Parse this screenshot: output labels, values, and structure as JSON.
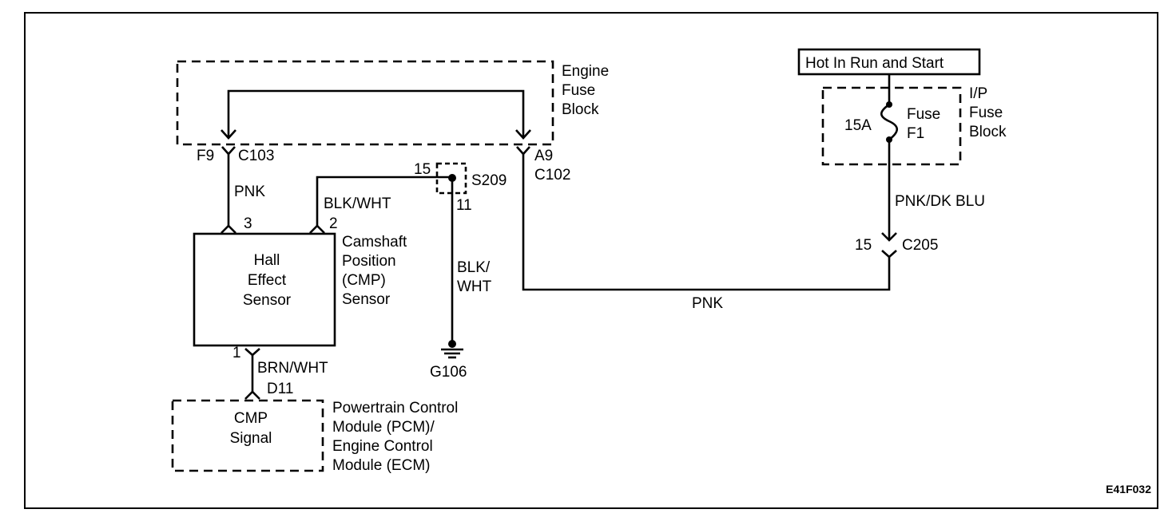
{
  "hot_in_run_and_start": "Hot In Run and Start",
  "engine_fuse_block": [
    "Engine",
    "Fuse",
    "Block"
  ],
  "ip_fuse_block": [
    "I/P",
    "Fuse",
    "Block"
  ],
  "fuse": {
    "rating": "15A",
    "name": [
      "Fuse",
      "F1"
    ]
  },
  "connectors": {
    "f9": "F9",
    "c103": "C103",
    "a9": "A9",
    "c102": "C102",
    "c205_pin": "15",
    "c205": "C205",
    "s209": "S209",
    "s209_pin_top": "15",
    "s209_pin_bottom": "11",
    "pin3": "3",
    "pin2": "2",
    "pin1": "1",
    "d11": "D11"
  },
  "wires": {
    "pnk_left": "PNK",
    "blk_wht_top": "BLK/WHT",
    "blk_wht_vertical": [
      "BLK/",
      "WHT"
    ],
    "pnk_dk_blu": "PNK/DK BLU",
    "pnk_bottom": "PNK",
    "brn_wht": "BRN/WHT"
  },
  "ground": "G106",
  "sensor": {
    "box_label": [
      "Hall",
      "Effect",
      "Sensor"
    ],
    "side_label": [
      "Camshaft",
      "Position",
      "(CMP)",
      "Sensor"
    ]
  },
  "pcm": {
    "box_label": [
      "CMP",
      "Signal"
    ],
    "side_label": [
      "Powertrain Control",
      "Module (PCM)/",
      "Engine  Control",
      "Module (ECM)"
    ]
  },
  "figure_code": "E41F032"
}
